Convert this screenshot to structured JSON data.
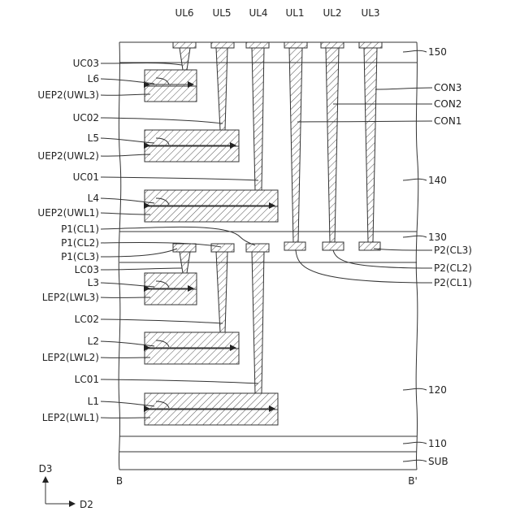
{
  "bit_lines": [
    "UL6",
    "UL5",
    "UL4",
    "UL1",
    "UL2",
    "UL3"
  ],
  "layers": {
    "l150": "150",
    "l140": "140",
    "l130": "130",
    "l120": "120",
    "l110": "110",
    "sub": "SUB"
  },
  "upper": {
    "uc03": "UC03",
    "l6": "L6",
    "uep2_uwl3": "UEP2(UWL3)",
    "uc02": "UC02",
    "l5": "L5",
    "uep2_uwl2": "UEP2(UWL2)",
    "uc01": "UC01",
    "l4": "L4",
    "uep2_uwl1": "UEP2(UWL1)"
  },
  "pads": {
    "p1_cl1": "P1(CL1)",
    "p1_cl2": "P1(CL2)",
    "p1_cl3": "P1(CL3)",
    "p2_cl3": "P2(CL3)",
    "p2_cl2": "P2(CL2)",
    "p2_cl1": "P2(CL1)"
  },
  "contacts": {
    "con3": "CON3",
    "con2": "CON2",
    "con1": "CON1"
  },
  "lower": {
    "lc03": "LC03",
    "l3": "L3",
    "lep2_lwl3": "LEP2(LWL3)",
    "lc02": "LC02",
    "l2": "L2",
    "lep2_lwl2": "LEP2(LWL2)",
    "lc01": "LC01",
    "l1": "L1",
    "lep2_lwl1": "LEP2(LWL1)"
  },
  "section": {
    "left": "B",
    "right": "B'"
  },
  "axes": {
    "d3": "D3",
    "d2": "D2"
  }
}
